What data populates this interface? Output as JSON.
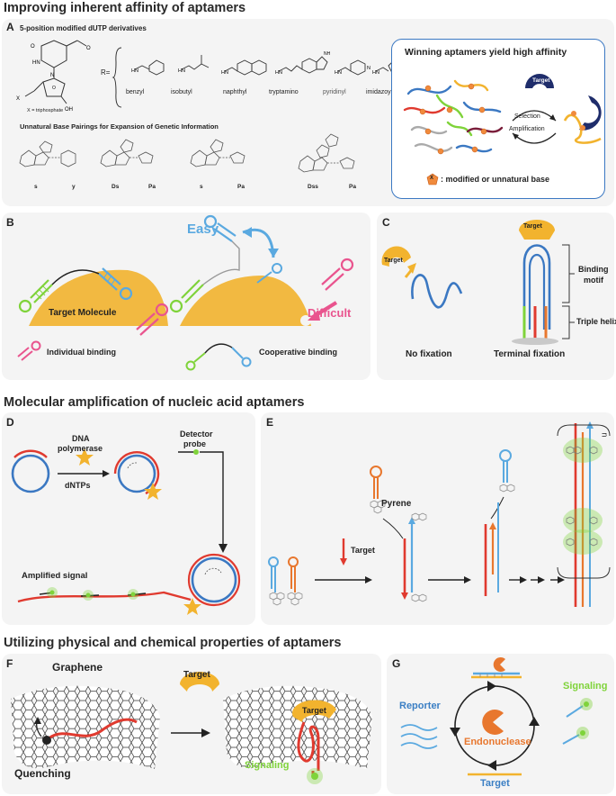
{
  "sections": {
    "s1": "Improving inherent affinity of aptamers",
    "s2": "Molecular amplification of nucleic acid aptamers",
    "s3": "Utilizing physical and chemical properties of aptamers"
  },
  "panelA": {
    "label": "A",
    "subtitle": "5-position modified dUTP derivatives",
    "r_eq": "R=",
    "x_note": "X = triphosphate",
    "substituents": [
      "benzyl",
      "isobutyl",
      "naphthyl",
      "tryptamino",
      "pyridinyl",
      "imidazoyl"
    ],
    "unnatural_title": "Unnatural Base Pairings for Expansion of Genetic Information",
    "pairs": [
      {
        "a": "s",
        "b": "y"
      },
      {
        "a": "Ds",
        "b": "Pa"
      },
      {
        "a": "s",
        "b": "Pa"
      },
      {
        "a": "Dss",
        "b": "Pa"
      }
    ],
    "box_title": "Winning aptamers yield high affinity",
    "target": "Target",
    "selection": "Selection",
    "amplification": "Amplification",
    "legend_marker": "X",
    "legend": ": modified  or unnatural base"
  },
  "panelB": {
    "label": "B",
    "easy": "Easy",
    "difficult": "Difficult",
    "target_molecule": "Target Molecule",
    "individual": "Individual binding",
    "cooperative": "Cooperative binding"
  },
  "panelC": {
    "label": "C",
    "target1": "Target",
    "target2": "Target",
    "binding_motif": [
      "Binding",
      "motif"
    ],
    "triple_helix": "Triple helix",
    "no_fixation": "No fixation",
    "terminal_fixation": "Terminal fixation"
  },
  "panelD": {
    "label": "D",
    "dna_pol": [
      "DNA",
      "polymerase"
    ],
    "dntps": "dNTPs",
    "detector": [
      "Detector",
      "probe"
    ],
    "amplified": "Amplified signal"
  },
  "panelE": {
    "label": "E",
    "pyrene": "Pyrene",
    "target": "Target",
    "n": "n"
  },
  "panelF": {
    "label": "F",
    "graphene": "Graphene",
    "target1": "Target",
    "target2": "Target",
    "quenching": "Quenching",
    "signaling": "Signaling"
  },
  "panelG": {
    "label": "G",
    "reporter": "Reporter",
    "signaling": "Signaling",
    "endonuclease": "Endonuclease",
    "target": "Target"
  },
  "colors": {
    "blue": "#3b78c2",
    "red": "#e03a2f",
    "orange": "#e8772e",
    "gold": "#f2b32e",
    "green": "#7fd33a",
    "pink": "#e9548e",
    "lightblue": "#5aa9e0",
    "navy": "#1f2d6b",
    "label_blue": "#3b7fc4"
  }
}
